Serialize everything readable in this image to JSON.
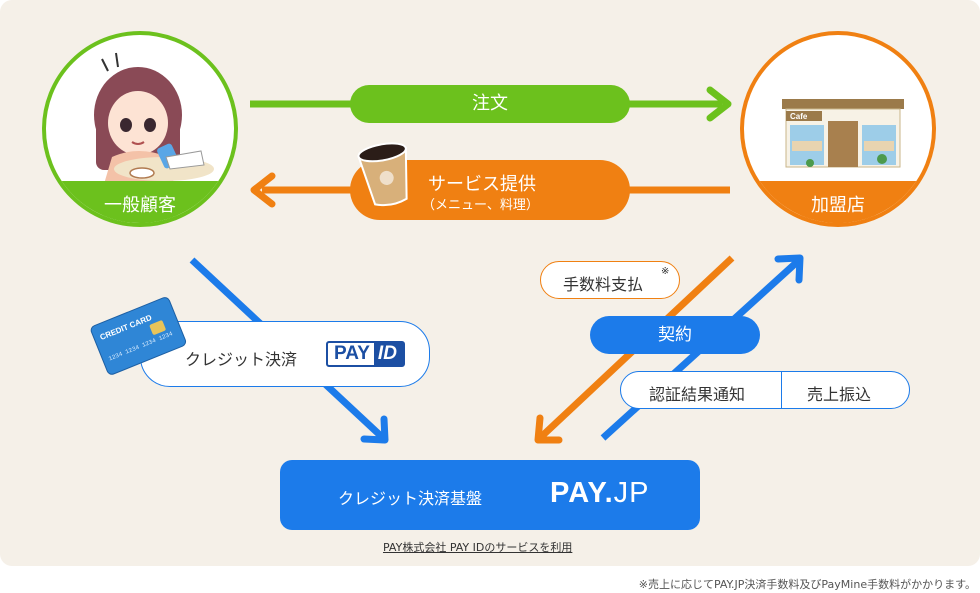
{
  "nodes": {
    "customer": {
      "label": "一般顧客"
    },
    "store": {
      "label": "加盟店"
    },
    "platform": {
      "label": "クレジット決済基盤",
      "logo": "PAY.JP",
      "note": "PAY株式会社 PAY IDのサービスを利用"
    }
  },
  "flows": {
    "order": "注文",
    "service_title": "サービス提供",
    "service_sub": "（メニュー、料理）",
    "credit_payment": "クレジット決済",
    "fee_payment": "手数料支払",
    "fee_mark": "※",
    "contract": "契約",
    "auth_notice": "認証結果通知",
    "sales_transfer": "売上振込"
  },
  "logos": {
    "payid_left": "PAY",
    "payid_right": "ID",
    "payjp_left": "PAY",
    "payjp_right": "JP"
  },
  "card": {
    "text": "CREDIT CARD",
    "number": "1234 1234 1234 1234"
  },
  "cafe_sign": "Cafe",
  "footnote": "※売上に応じてPAY.JP決済手数料及びPayMine手数料がかかります。",
  "colors": {
    "green": "#6cc11d",
    "orange": "#f08012",
    "blue": "#1c7bea",
    "navy": "#1c4fa3",
    "background": "#f5f0e8"
  },
  "icons": [
    "coffee-cup-icon",
    "credit-card-icon",
    "customer-woman-icon",
    "cafe-storefront-icon"
  ]
}
